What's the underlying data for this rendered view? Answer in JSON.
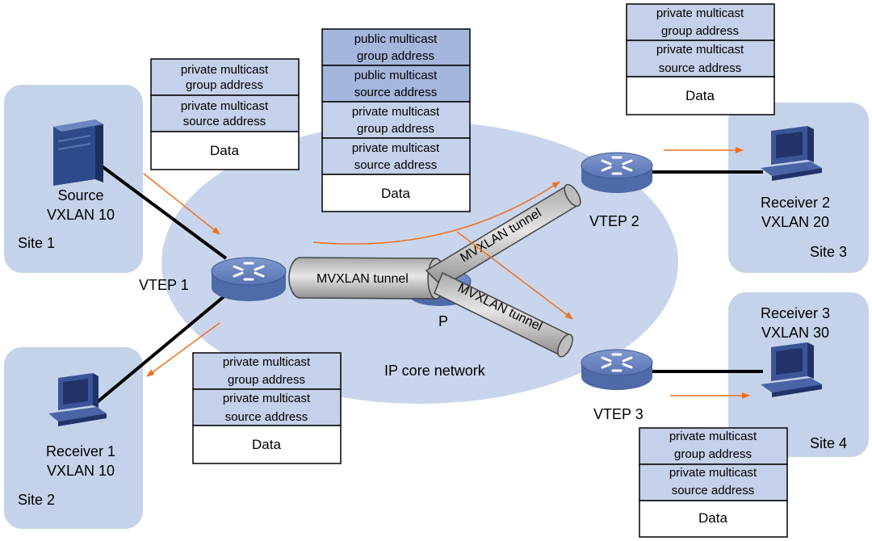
{
  "colors": {
    "site_bg": "#c5d3ea",
    "core_bg": "#c8d5ec",
    "cell_light": "#c5d0ea",
    "cell_dark": "#a5b6dc",
    "arrow": "#f07020",
    "router_body": "#4e6aa8",
    "tunnel": "#c9c9c9"
  },
  "sites": {
    "site1": "Site 1",
    "site2": "Site 2",
    "site3": "Site 3",
    "site4": "Site 4"
  },
  "hosts": {
    "source": {
      "line1": "Source",
      "line2": "VXLAN 10",
      "icon": "server-icon"
    },
    "receiver1": {
      "line1": "Receiver 1",
      "line2": "VXLAN 10",
      "icon": "computer-icon"
    },
    "receiver2": {
      "line1": "Receiver 2",
      "line2": "VXLAN 20",
      "icon": "computer-icon"
    },
    "receiver3": {
      "line1": "Receiver 3",
      "line2": "VXLAN 30",
      "icon": "computer-icon"
    }
  },
  "devices": {
    "vtep1": "VTEP 1",
    "vtep2": "VTEP 2",
    "vtep3": "VTEP 3",
    "p": "P"
  },
  "core": {
    "label": "IP core network"
  },
  "tunnels": {
    "t1": "MVXLAN tunnel",
    "t2": "MVXLAN tunnel",
    "t3": "MVXLAN tunnel"
  },
  "packets": {
    "top_left": {
      "group": [
        "private multicast",
        "group address"
      ],
      "source": [
        "private multicast",
        "source address"
      ],
      "data": "Data"
    },
    "top_center": {
      "public_group": [
        "public multicast",
        "group address"
      ],
      "public_source": [
        "public multicast",
        "source address"
      ],
      "group": [
        "private multicast",
        "group address"
      ],
      "source": [
        "private multicast",
        "source address"
      ],
      "data": "Data"
    },
    "top_right": {
      "group": [
        "private multicast",
        "group address"
      ],
      "source": [
        "private multicast",
        "source address"
      ],
      "data": "Data"
    },
    "bottom_left": {
      "group": [
        "private multicast",
        "group address"
      ],
      "source": [
        "private multicast",
        "source address"
      ],
      "data": "Data"
    },
    "bottom_right": {
      "group": [
        "private multicast",
        "group address"
      ],
      "source": [
        "private multicast",
        "source address"
      ],
      "data": "Data"
    }
  }
}
